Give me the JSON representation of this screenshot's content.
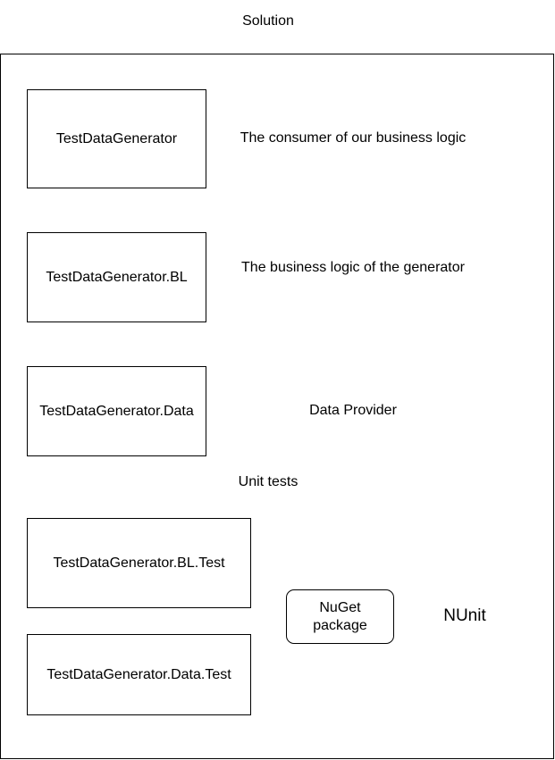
{
  "solution": {
    "title": "Solution"
  },
  "projects": {
    "main": "TestDataGenerator",
    "bl": "TestDataGenerator.BL",
    "data": "TestDataGenerator.Data",
    "bl_test": "TestDataGenerator.BL.Test",
    "data_test": "TestDataGenerator.Data.Test"
  },
  "descriptions": {
    "main": "The consumer of our business logic",
    "bl": "The business logic of the generator",
    "data": "Data Provider"
  },
  "unit_tests": {
    "label": "Unit tests",
    "nuget_line1": "NuGet",
    "nuget_line2": "package",
    "nunit": "NUnit"
  }
}
